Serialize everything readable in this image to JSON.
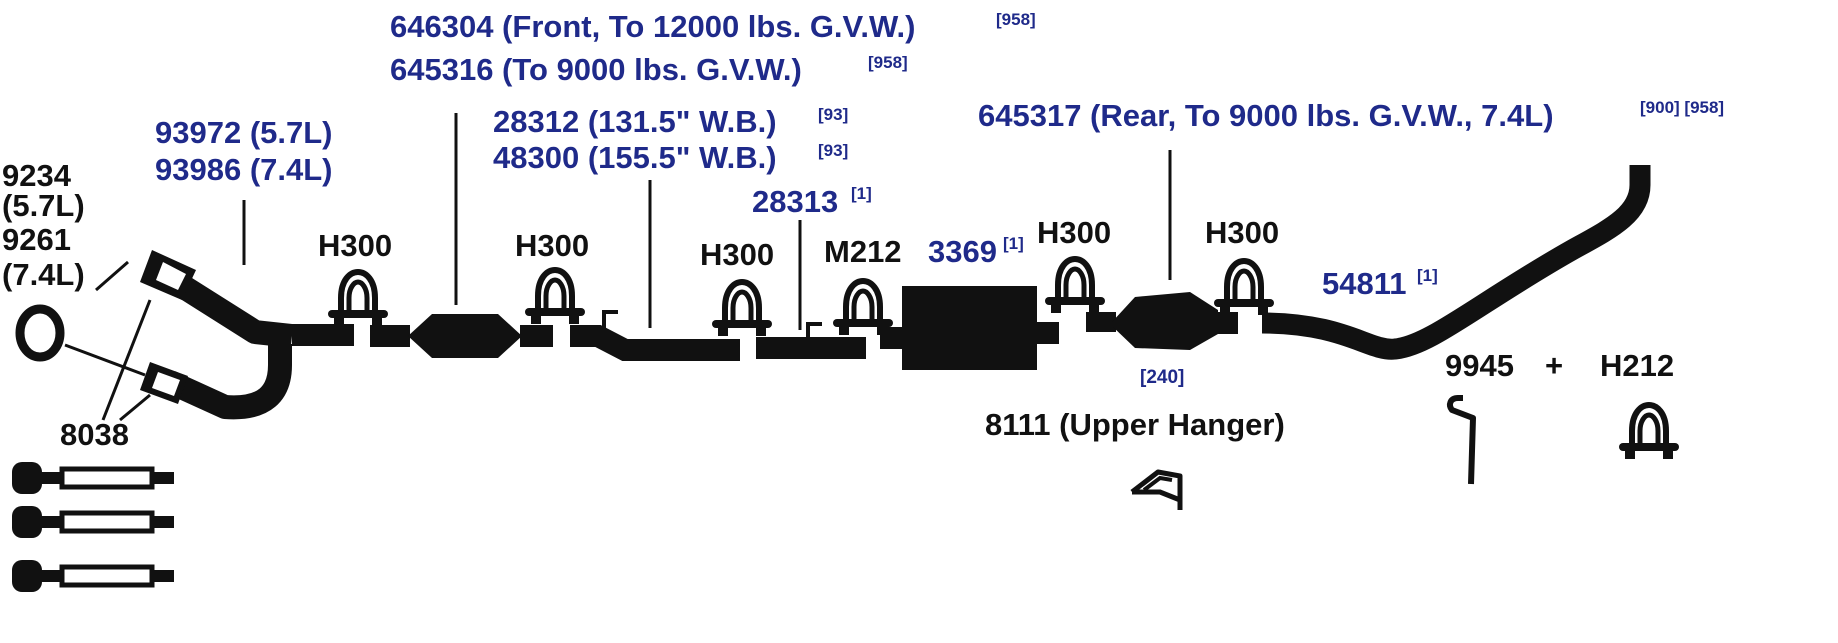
{
  "labels": {
    "p646304": "646304 (Front, To 12000 lbs. G.V.W.)",
    "p646304_ref": "[958]",
    "p645316": "645316 (To 9000 lbs. G.V.W.)",
    "p645316_ref": "[958]",
    "p93972": "93972 (5.7L)",
    "p93986": "93986 (7.4L)",
    "p28312": "28312 (131.5\" W.B.)",
    "p28312_ref": "[93]",
    "p48300": "48300 (155.5\" W.B.)",
    "p48300_ref": "[93]",
    "p28313": "28313",
    "p28313_ref": "[1]",
    "p645317": "645317 (Rear, To 9000 lbs. G.V.W., 7.4L)",
    "p645317_ref": "[900] [958]",
    "p9234": "9234",
    "p9234_sub": "(5.7L)",
    "p9261": "9261",
    "p9261_sub": "(7.4L)",
    "h300": "H300",
    "m212": "M212",
    "p3369": "3369",
    "p3369_ref": "[1]",
    "p54811": "54811",
    "p54811_ref": "[1]",
    "p8038": "8038",
    "ref240": "[240]",
    "p8111": "8111 (Upper Hanger)",
    "p9945": "9945",
    "plus": "+",
    "h212": "H212"
  },
  "colors": {
    "part_blue": "#1f2a8a",
    "part_black": "#111111"
  }
}
